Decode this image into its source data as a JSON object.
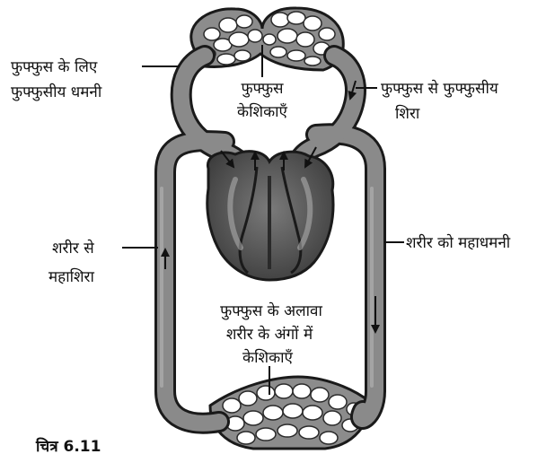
{
  "labels": {
    "pulmonary_artery": [
      "फुफ्फुस के लिए",
      "फुफ्फुसीय धमनी"
    ],
    "lung_capillaries": [
      "फुफ्फुस",
      "केशिकाएँ"
    ],
    "pulmonary_vein": [
      "फुफ्फुस से फुफ्फुसीय",
      "शिरा"
    ],
    "vena_cava": [
      "शरीर से",
      "महाशिरा"
    ],
    "aorta": "शरीर को महाधमनी",
    "body_capillaries": [
      "फुफ्फुस के अलावा",
      "शरीर के अंगों में",
      "केशिकाएँ"
    ],
    "figure_caption": "चित्र 6.11"
  },
  "colors": {
    "vessel_outline": "#1a1a1a",
    "vessel_fill": "#8a8a8a",
    "heart_fill": "#555555",
    "capillary_fill": "#8c8c8c",
    "text": "#111111"
  },
  "icons": [
    "heart-icon",
    "capillary-network-icon",
    "flow-arrow-icon"
  ]
}
